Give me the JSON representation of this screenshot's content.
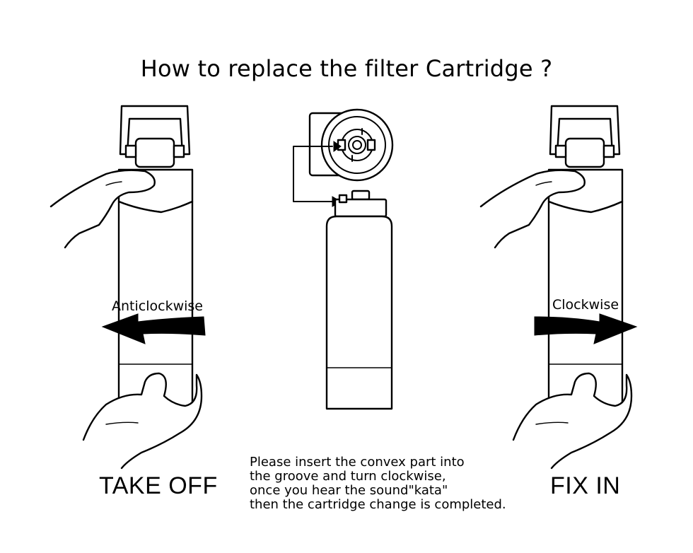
{
  "title": "How to replace the filter Cartridge ?",
  "left": {
    "caption": "TAKE OFF",
    "direction": "Anticlockwise"
  },
  "right": {
    "caption": "FIX IN",
    "direction": "Clockwise"
  },
  "instructions": [
    "Please insert the convex part into",
    "the groove and turn clockwise,",
    "once you hear the sound\"kata\"",
    "then the cartridge change is completed."
  ]
}
